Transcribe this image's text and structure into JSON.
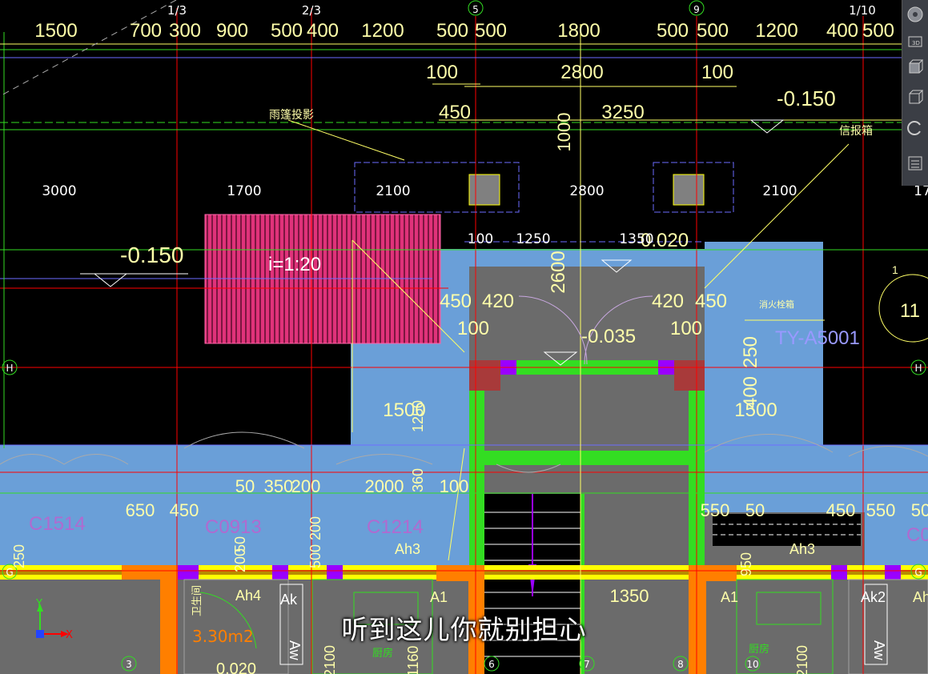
{
  "axis_bubbles_top": [
    "1/3",
    "2/3",
    "5",
    "9",
    "1/10"
  ],
  "axis_bubbles_bottom": [
    "3",
    "6",
    "7",
    "8",
    "10"
  ],
  "axis_letters": {
    "h_left": "H",
    "h_right": "H",
    "g_left": "G",
    "g_right": "G"
  },
  "dim_top_row1": [
    "1500",
    "700",
    "300",
    "900",
    "500",
    "400",
    "1200",
    "500",
    "500",
    "1800",
    "500",
    "500",
    "1200",
    "400",
    "500"
  ],
  "dim_top_row2": [
    "100",
    "2800",
    "100"
  ],
  "dim_450_top": "450",
  "dim_3250": "3250",
  "dim_1000": "1000",
  "level_top_right": "-0.150",
  "label_rain_shelter": "雨篷投影",
  "label_mailbox": "信报箱",
  "span_dims": [
    "3000",
    "1700",
    "2100",
    "2800",
    "2100"
  ],
  "span_side_right": "17",
  "dims_canopy": [
    "100",
    "1250",
    "1350"
  ],
  "level_canopy": "0.020",
  "level_left": "-0.150",
  "slope": "i=1:20",
  "dim_2600": "2600",
  "dims_door": [
    "450",
    "420",
    "420",
    "450"
  ],
  "dims_100": [
    "100",
    "100"
  ],
  "level_door": "-0.035",
  "label_fire_hydrant": "消火栓箱",
  "label_ty": "TY-A5001",
  "bubble_right_big": "11",
  "bubble_right_small": "1",
  "dims_right": [
    "250",
    "400",
    "1500"
  ],
  "dims_left_stair": [
    "1500",
    "1250",
    "360"
  ],
  "dims_row_mid": [
    "50",
    "350",
    "200",
    "2000",
    "100"
  ],
  "dims_right_mid": [
    "550",
    "50",
    "450",
    "550",
    "50"
  ],
  "windows": [
    "C1514",
    "C0913",
    "C1214",
    "C0"
  ],
  "dims_window": [
    "650",
    "450",
    "200",
    "200",
    "50",
    "500",
    "250"
  ],
  "labels_ah": [
    "Ah3",
    "Ah3",
    "Ah4",
    "Ak",
    "A1",
    "A1",
    "Ak2",
    "Ah"
  ],
  "labels_aw": [
    "Aw",
    "Aw"
  ],
  "dims_bottom": [
    "1350",
    "2100",
    "2100",
    "1160",
    "950",
    "0.020"
  ],
  "room_labels": [
    "卫生间",
    "厨房",
    "厨房"
  ],
  "room_area": "3.30m2",
  "ucs_x": "X",
  "ucs_y": "Y",
  "subtitle": "听到这儿你就别担心",
  "nav_icons": [
    "zoom-icon",
    "3d-icon",
    "view-cube-icon",
    "box-icon",
    "orbit-icon",
    "layers-icon"
  ],
  "colors": {
    "background": "#000000",
    "blue_area": "#6a9fd8",
    "magenta_hatch": "#e0327a",
    "green_wall": "#33dd22",
    "orange_column": "#ff7f00",
    "yellow_wall": "#ffff00",
    "purple_column": "#9a00ff",
    "red_axis": "#ff0000",
    "dimension_text": "#ffffaa",
    "gray_floor": "#6b6b6b"
  }
}
